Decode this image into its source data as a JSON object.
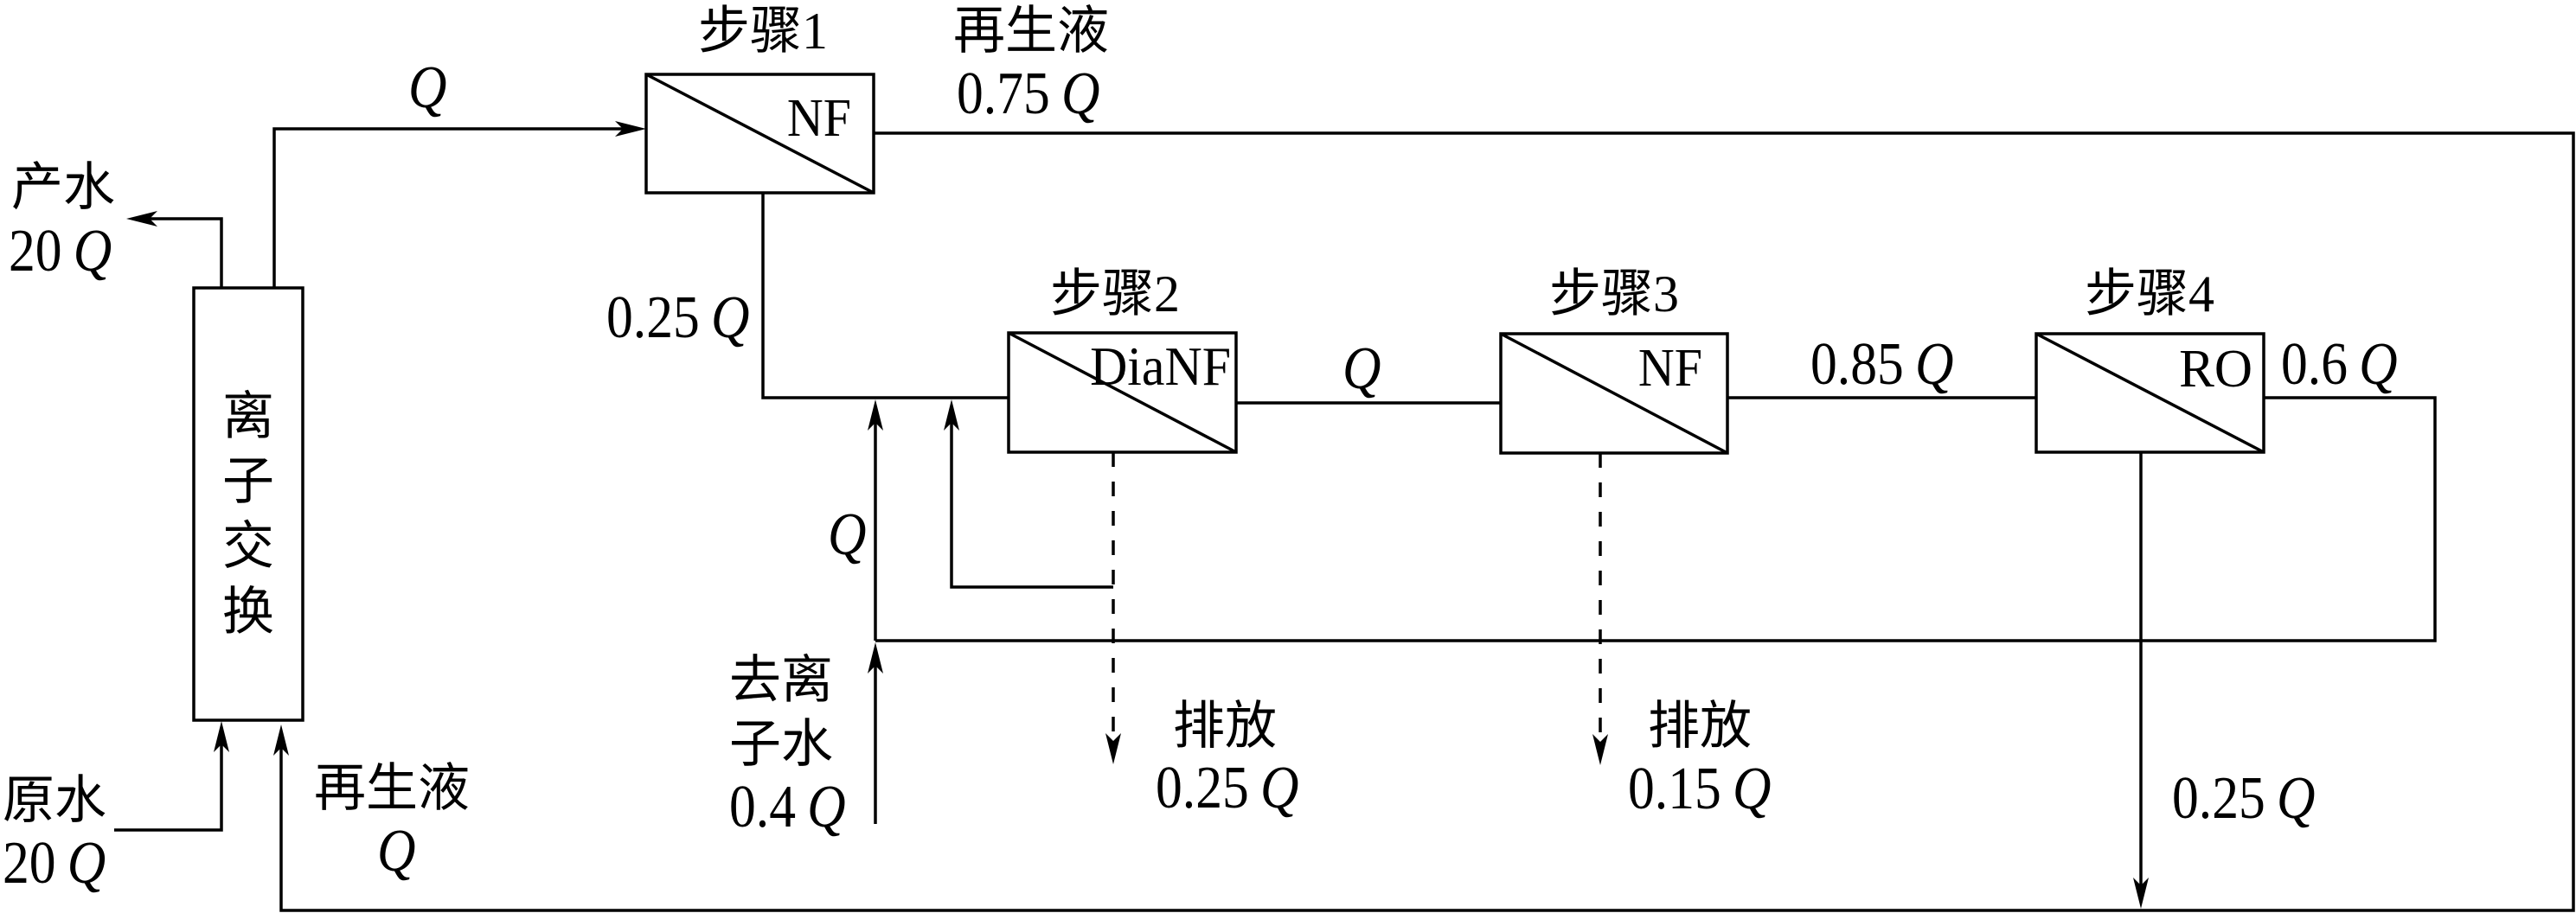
{
  "colors": {
    "line": "#000000",
    "background": "#ffffff"
  },
  "units": {
    "ion_exchange": {
      "label_chars": [
        "离",
        "子",
        "交",
        "换"
      ]
    },
    "step1": {
      "title": "步骤1",
      "process": "NF"
    },
    "step2": {
      "title": "步骤2",
      "process": "DiaNF"
    },
    "step3": {
      "title": "步骤3",
      "process": "NF"
    },
    "step4": {
      "title": "步骤4",
      "process": "RO"
    }
  },
  "streams": {
    "product_water": {
      "label": "产水",
      "coef": "20",
      "symbol": "Q"
    },
    "ix_to_step1": {
      "symbol": "Q"
    },
    "step1_regen": {
      "label": "再生液",
      "coef": "0.75",
      "symbol": "Q"
    },
    "step1_permeate": {
      "coef": "0.25",
      "symbol": "Q"
    },
    "step2_to_step3": {
      "symbol": "Q"
    },
    "step3_to_step4": {
      "coef": "0.85",
      "symbol": "Q"
    },
    "step4_concentrate": {
      "coef": "0.6",
      "symbol": "Q"
    },
    "feed_to_step2": {
      "symbol": "Q"
    },
    "deionized_water": {
      "label_line1": "去离",
      "label_line2": "子水",
      "coef": "0.4",
      "symbol": "Q"
    },
    "step2_discharge": {
      "label": "排放",
      "coef": "0.25",
      "symbol": "Q"
    },
    "step3_discharge": {
      "label": "排放",
      "coef": "0.15",
      "symbol": "Q"
    },
    "step4_permeate": {
      "coef": "0.25",
      "symbol": "Q"
    },
    "raw_water": {
      "label": "原水",
      "coef": "20",
      "symbol": "Q"
    },
    "regen_return": {
      "label": "再生液",
      "symbol": "Q"
    }
  }
}
